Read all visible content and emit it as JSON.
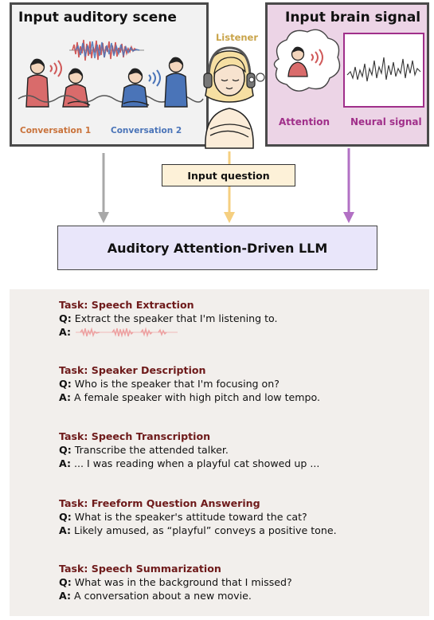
{
  "scene_panel": {
    "title": "Input auditory scene",
    "conversation_1": "Conversation 1",
    "conversation_2": "Conversation 2",
    "conv1_color": "#c9723a",
    "conv2_color": "#4a74b8"
  },
  "listener": {
    "label": "Listener",
    "label_color": "#c9a44a"
  },
  "brain_panel": {
    "title": "Input brain signal",
    "attention_label": "Attention",
    "neural_label": "Neural signal",
    "accent_color": "#a02f8a"
  },
  "input_question": "Input question",
  "llm_label": "Auditory Attention-Driven LLM",
  "qa_labels": {
    "q": "Q:",
    "a": "A:"
  },
  "tasks": [
    {
      "title": "Task: Speech Extraction",
      "question": "Extract the speaker that I'm listening to.",
      "answer": "",
      "answer_icon": "audio-waveform-icon"
    },
    {
      "title": "Task: Speaker Description",
      "question": "Who is the speaker that I'm focusing on?",
      "answer": "A female speaker with high pitch and low tempo."
    },
    {
      "title": "Task: Speech Transcription",
      "question": "Transcribe the attended talker.",
      "answer": "... I was reading when a playful cat showed up ..."
    },
    {
      "title": "Task: Freeform Question Answering",
      "question": "What is the speaker's attitude toward the cat?",
      "answer": "Likely amused, as “playful” conveys a positive tone."
    },
    {
      "title": "Task: Speech Summarization",
      "question": "What was in the background that I missed?",
      "answer": "A conversation about a new movie."
    }
  ]
}
